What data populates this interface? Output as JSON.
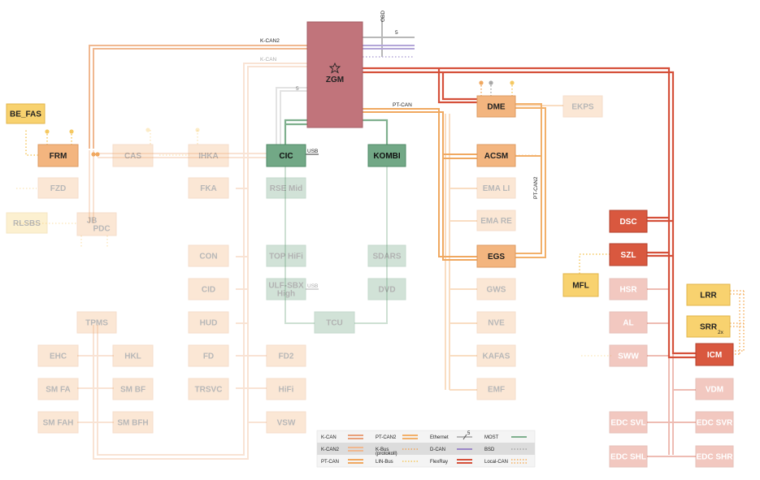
{
  "colors": {
    "k_can": "#e8a07a",
    "k_can2": "#f0b890",
    "pt_can": "#f0a860",
    "pt_can2": "#f2b06a",
    "flexray": "#d5503a",
    "most": "#7fb08e",
    "ethernet": "#b8b8b8",
    "d_can": "#9b87c8",
    "lin": "#f5c860",
    "zgm": "#c1747b",
    "ecu_orange": "#f3b57f",
    "ecu_green": "#72a886",
    "ecu_red": "#d9583f",
    "ecu_yellow": "#f8d26f"
  },
  "gateway": {
    "label": "ZGM",
    "icon": "star-icon"
  },
  "ecus": [
    {
      "id": "be_fas",
      "label": "BE_FAS",
      "style": "yellow",
      "faded": false
    },
    {
      "id": "frm",
      "label": "FRM",
      "style": "orange",
      "faded": false
    },
    {
      "id": "cas",
      "label": "CAS",
      "style": "orange",
      "faded": true
    },
    {
      "id": "ihka",
      "label": "IHKA",
      "style": "orange",
      "faded": true
    },
    {
      "id": "cic",
      "label": "CIC",
      "style": "green",
      "faded": false
    },
    {
      "id": "kombi",
      "label": "KOMBI",
      "style": "green",
      "faded": false
    },
    {
      "id": "dme",
      "label": "DME",
      "style": "orange",
      "faded": false
    },
    {
      "id": "ekps",
      "label": "EKPS",
      "style": "orange",
      "faded": true
    },
    {
      "id": "acsm",
      "label": "ACSM",
      "style": "orange",
      "faded": false
    },
    {
      "id": "fzd",
      "label": "FZD",
      "style": "orange",
      "faded": true
    },
    {
      "id": "fka",
      "label": "FKA",
      "style": "orange",
      "faded": true
    },
    {
      "id": "rse_mid",
      "label": "RSE Mid",
      "style": "green",
      "faded": true
    },
    {
      "id": "emali",
      "label": "EMA LI",
      "style": "orange",
      "faded": true
    },
    {
      "id": "rlsbs",
      "label": "RLSBS",
      "style": "yellow",
      "faded": true
    },
    {
      "id": "jbpdc",
      "label": "JB PDC",
      "style": "orange",
      "faded": true
    },
    {
      "id": "emare",
      "label": "EMA RE",
      "style": "orange",
      "faded": true
    },
    {
      "id": "dsc",
      "label": "DSC",
      "style": "red",
      "faded": false
    },
    {
      "id": "szl",
      "label": "SZL",
      "style": "red",
      "faded": false
    },
    {
      "id": "egs",
      "label": "EGS",
      "style": "orange",
      "faded": false
    },
    {
      "id": "con",
      "label": "CON",
      "style": "orange",
      "faded": true
    },
    {
      "id": "top_hifi",
      "label": "TOP HiFi",
      "style": "green",
      "faded": true
    },
    {
      "id": "sdars",
      "label": "SDARS",
      "style": "green",
      "faded": true
    },
    {
      "id": "mfl",
      "label": "MFL",
      "style": "yellow",
      "faded": false
    },
    {
      "id": "cid",
      "label": "CID",
      "style": "orange",
      "faded": true
    },
    {
      "id": "ulf",
      "label": "ULF-SBX High",
      "style": "green",
      "faded": true
    },
    {
      "id": "dvd",
      "label": "DVD",
      "style": "green",
      "faded": true
    },
    {
      "id": "gws",
      "label": "GWS",
      "style": "orange",
      "faded": true
    },
    {
      "id": "hsr",
      "label": "HSR",
      "style": "red",
      "faded": true
    },
    {
      "id": "lrr",
      "label": "LRR",
      "style": "yellow",
      "faded": false
    },
    {
      "id": "tpms",
      "label": "TPMS",
      "style": "orange",
      "faded": true
    },
    {
      "id": "hud",
      "label": "HUD",
      "style": "orange",
      "faded": true
    },
    {
      "id": "tcu",
      "label": "TCU",
      "style": "green",
      "faded": true
    },
    {
      "id": "nve",
      "label": "NVE",
      "style": "orange",
      "faded": true
    },
    {
      "id": "al",
      "label": "AL",
      "style": "red",
      "faded": true
    },
    {
      "id": "srr",
      "label": "SRR",
      "style": "yellow",
      "faded": false
    },
    {
      "id": "ehc",
      "label": "EHC",
      "style": "orange",
      "faded": true
    },
    {
      "id": "hkl",
      "label": "HKL",
      "style": "orange",
      "faded": true
    },
    {
      "id": "fd",
      "label": "FD",
      "style": "orange",
      "faded": true
    },
    {
      "id": "fd2",
      "label": "FD2",
      "style": "orange",
      "faded": true
    },
    {
      "id": "kafas",
      "label": "KAFAS",
      "style": "orange",
      "faded": true
    },
    {
      "id": "sww",
      "label": "SWW",
      "style": "red",
      "faded": true
    },
    {
      "id": "icm",
      "label": "ICM",
      "style": "red",
      "faded": false
    },
    {
      "id": "smfa",
      "label": "SM FA",
      "style": "orange",
      "faded": true
    },
    {
      "id": "smbf",
      "label": "SM BF",
      "style": "orange",
      "faded": true
    },
    {
      "id": "trsvc",
      "label": "TRSVC",
      "style": "orange",
      "faded": true
    },
    {
      "id": "hifi",
      "label": "HiFi",
      "style": "orange",
      "faded": true
    },
    {
      "id": "emf",
      "label": "EMF",
      "style": "orange",
      "faded": true
    },
    {
      "id": "vdm",
      "label": "VDM",
      "style": "red",
      "faded": true
    },
    {
      "id": "smfah",
      "label": "SM FAH",
      "style": "orange",
      "faded": true
    },
    {
      "id": "smbfh",
      "label": "SM BFH",
      "style": "orange",
      "faded": true
    },
    {
      "id": "vsw",
      "label": "VSW",
      "style": "orange",
      "faded": true
    },
    {
      "id": "edc_svl",
      "label": "EDC SVL",
      "style": "red",
      "faded": true
    },
    {
      "id": "edc_svr",
      "label": "EDC SVR",
      "style": "red",
      "faded": true
    },
    {
      "id": "edc_shl",
      "label": "EDC SHL",
      "style": "red",
      "faded": true
    },
    {
      "id": "edc_shr",
      "label": "EDC SHR",
      "style": "red",
      "faded": true
    }
  ],
  "bus_labels": {
    "k_can2": "K-CAN2",
    "k_can": "K-CAN",
    "pt_can": "PT-CAN",
    "pt_can2": "PT-CAN2",
    "obd": "OBD",
    "usb1": "USB",
    "usb2": "USB",
    "eth_count_1": "5",
    "eth_count_2": "5",
    "srr_count": "2x"
  },
  "legend": [
    {
      "label": "K-CAN",
      "style": "double",
      "color": "#e8a07a"
    },
    {
      "label": "PT-CAN2",
      "style": "double",
      "color": "#f2b06a"
    },
    {
      "label": "Ethernet",
      "style": "eth",
      "color": "#b8b8b8",
      "count": "5"
    },
    {
      "label": "MOST",
      "style": "single",
      "color": "#7fb08e"
    },
    {
      "label": "K-CAN2",
      "style": "double",
      "color": "#f0b890"
    },
    {
      "label": "K-Bus",
      "sublabel": "(protokoll)",
      "style": "dotted",
      "color": "#f0a860"
    },
    {
      "label": "D-CAN",
      "style": "single",
      "color": "#9b87c8"
    },
    {
      "label": "BSD",
      "style": "dotted",
      "color": "#a8a8a8"
    },
    {
      "label": "PT-CAN",
      "style": "double",
      "color": "#f0a860"
    },
    {
      "label": "LIN-Bus",
      "style": "dotted",
      "color": "#f5c860"
    },
    {
      "label": "FlexRay",
      "style": "double",
      "color": "#d5503a"
    },
    {
      "label": "Local-CAN",
      "style": "dotted2",
      "color": "#f5b060"
    }
  ]
}
